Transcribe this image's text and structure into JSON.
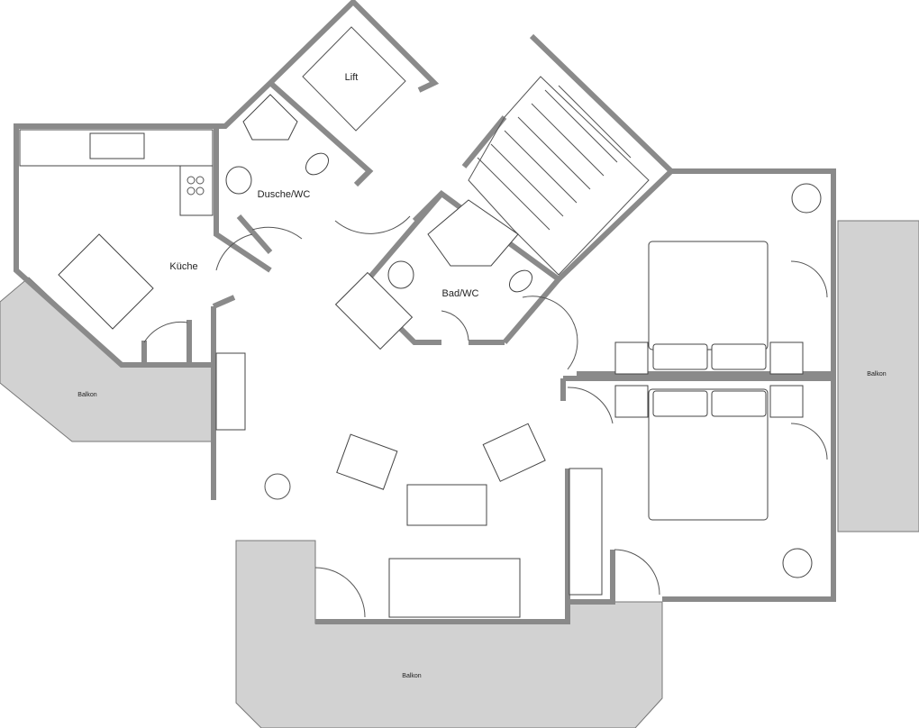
{
  "rooms": {
    "lift": "Lift",
    "shower_wc": "Dusche/WC",
    "kitchen": "Küche",
    "bath_wc": "Bad/WC",
    "balcony_left": "Balkon",
    "balcony_right": "Balkon",
    "balcony_bottom": "Balkon"
  }
}
